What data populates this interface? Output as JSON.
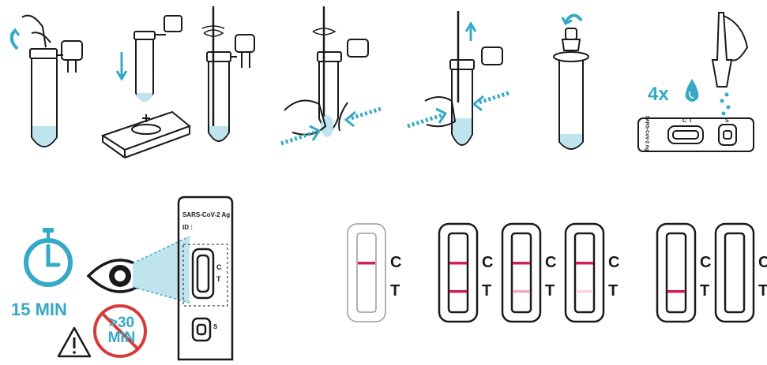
{
  "colors": {
    "teal": "#35a9c6",
    "teal_light": "#bfe4ee",
    "red": "#d63b3b",
    "line_strong": "#d81b5a",
    "line_faint": "#f1a7c0",
    "line_very_faint": "#f8d3e0",
    "outline": "#1a1a1a",
    "grey": "#9a9a9a"
  },
  "steps": {
    "drops": "4x",
    "cassette_text": "SARS-CoV-2 Ag",
    "cassette_c": "C",
    "cassette_t": "T",
    "cassette_s": "S"
  },
  "reading": {
    "timer": "15 MIN",
    "warning_time": ">30 MIN",
    "cassette_title": "SARS-CoV-2 Ag",
    "cassette_id": "ID :",
    "c": "C",
    "t": "T",
    "s": "S"
  },
  "results": {
    "label_c": "C",
    "label_t": "T",
    "strips": [
      {
        "control": true,
        "test": "none"
      },
      {
        "control": true,
        "test": "strong"
      },
      {
        "control": true,
        "test": "faint"
      },
      {
        "control": true,
        "test": "very_faint"
      },
      {
        "control": false,
        "test": "strong"
      },
      {
        "control": false,
        "test": "none"
      }
    ]
  }
}
